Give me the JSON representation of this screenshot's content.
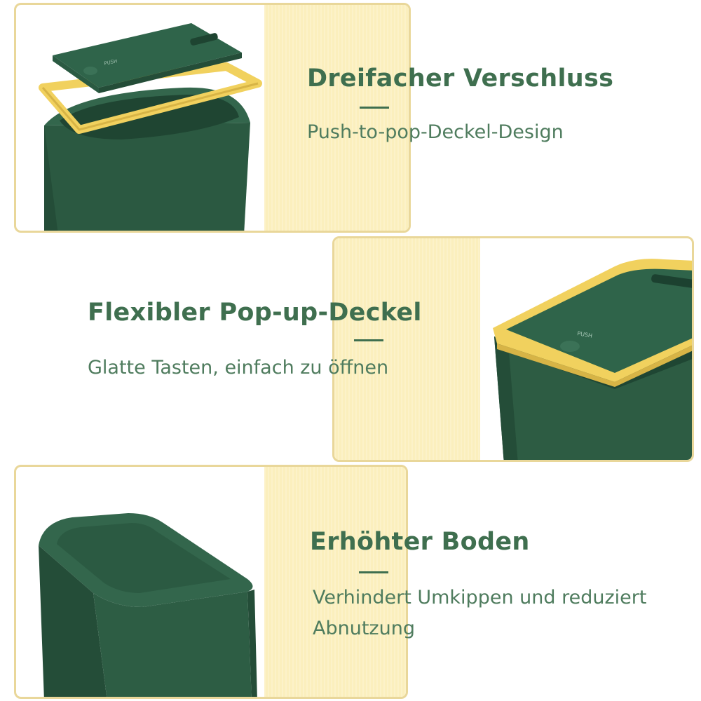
{
  "features": [
    {
      "title": "Dreifacher Verschluss",
      "subtitle": "Push-to-pop-Deckel-Design"
    },
    {
      "title": "Flexibler Pop-up-Deckel",
      "subtitle": "Glatte Tasten, einfach zu öffnen"
    },
    {
      "title": "Erhöhter Boden",
      "subtitle_line1": "Verhindert Umkippen und reduziert",
      "subtitle_line2": "Abnutzung"
    }
  ],
  "lid_text": "PUSH",
  "colors": {
    "bin_green": "#2f5e45",
    "frame_yellow": "#f1d15e",
    "stripe_cream": "#fbefbd",
    "text_green": "#3f6f4f"
  }
}
